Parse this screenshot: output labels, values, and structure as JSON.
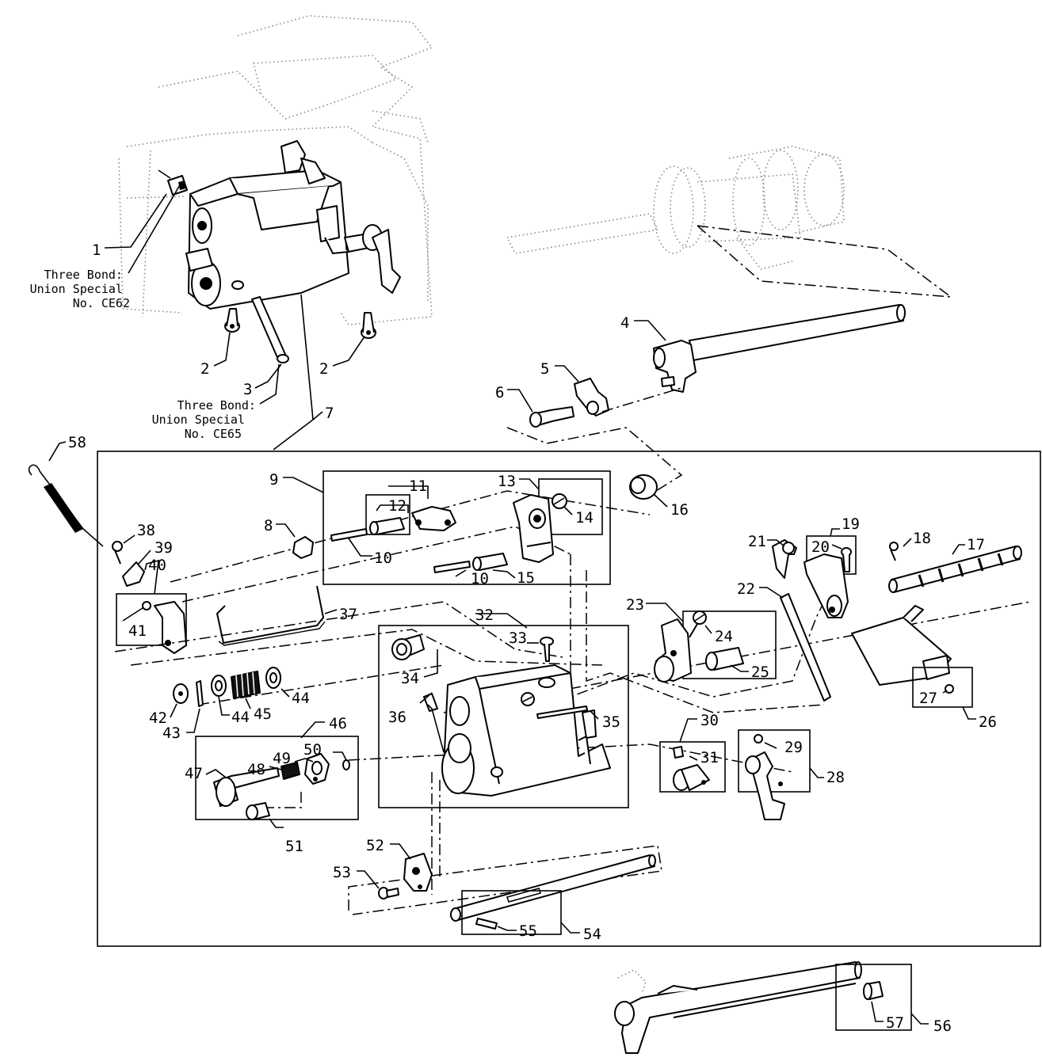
{
  "notes": [
    {
      "id": "note-1",
      "lines": [
        "Three Bond:",
        "Union Special",
        "No. CE62"
      ]
    },
    {
      "id": "note-3",
      "lines": [
        "Three Bond:",
        "Union Special",
        "No. CE65"
      ]
    }
  ],
  "labels": [
    {
      "id": "p1",
      "text": "1"
    },
    {
      "id": "p2a",
      "text": "2"
    },
    {
      "id": "p2b",
      "text": "2"
    },
    {
      "id": "p3",
      "text": "3"
    },
    {
      "id": "p4",
      "text": "4"
    },
    {
      "id": "p5",
      "text": "5"
    },
    {
      "id": "p6",
      "text": "6"
    },
    {
      "id": "p7",
      "text": "7"
    },
    {
      "id": "p8",
      "text": "8"
    },
    {
      "id": "p9",
      "text": "9"
    },
    {
      "id": "p10a",
      "text": "10"
    },
    {
      "id": "p10b",
      "text": "10"
    },
    {
      "id": "p11",
      "text": "11"
    },
    {
      "id": "p12",
      "text": "12"
    },
    {
      "id": "p13",
      "text": "13"
    },
    {
      "id": "p14",
      "text": "14"
    },
    {
      "id": "p15",
      "text": "15"
    },
    {
      "id": "p16",
      "text": "16"
    },
    {
      "id": "p17",
      "text": "17"
    },
    {
      "id": "p18",
      "text": "18"
    },
    {
      "id": "p19",
      "text": "19"
    },
    {
      "id": "p20",
      "text": "20"
    },
    {
      "id": "p21",
      "text": "21"
    },
    {
      "id": "p22",
      "text": "22"
    },
    {
      "id": "p23",
      "text": "23"
    },
    {
      "id": "p24",
      "text": "24"
    },
    {
      "id": "p25",
      "text": "25"
    },
    {
      "id": "p26",
      "text": "26"
    },
    {
      "id": "p27",
      "text": "27"
    },
    {
      "id": "p28",
      "text": "28"
    },
    {
      "id": "p29",
      "text": "29"
    },
    {
      "id": "p30",
      "text": "30"
    },
    {
      "id": "p31",
      "text": "31"
    },
    {
      "id": "p32",
      "text": "32"
    },
    {
      "id": "p33",
      "text": "33"
    },
    {
      "id": "p34",
      "text": "34"
    },
    {
      "id": "p35",
      "text": "35"
    },
    {
      "id": "p36",
      "text": "36"
    },
    {
      "id": "p37",
      "text": "37"
    },
    {
      "id": "p38",
      "text": "38"
    },
    {
      "id": "p39",
      "text": "39"
    },
    {
      "id": "p40",
      "text": "40"
    },
    {
      "id": "p41",
      "text": "41"
    },
    {
      "id": "p42",
      "text": "42"
    },
    {
      "id": "p43",
      "text": "43"
    },
    {
      "id": "p44a",
      "text": "44"
    },
    {
      "id": "p44b",
      "text": "44"
    },
    {
      "id": "p45",
      "text": "45"
    },
    {
      "id": "p46",
      "text": "46"
    },
    {
      "id": "p47",
      "text": "47"
    },
    {
      "id": "p48",
      "text": "48"
    },
    {
      "id": "p49",
      "text": "49"
    },
    {
      "id": "p50",
      "text": "50"
    },
    {
      "id": "p51",
      "text": "51"
    },
    {
      "id": "p52",
      "text": "52"
    },
    {
      "id": "p53",
      "text": "53"
    },
    {
      "id": "p54",
      "text": "54"
    },
    {
      "id": "p55",
      "text": "55"
    },
    {
      "id": "p56",
      "text": "56"
    },
    {
      "id": "p57",
      "text": "57"
    },
    {
      "id": "p58",
      "text": "58"
    }
  ]
}
